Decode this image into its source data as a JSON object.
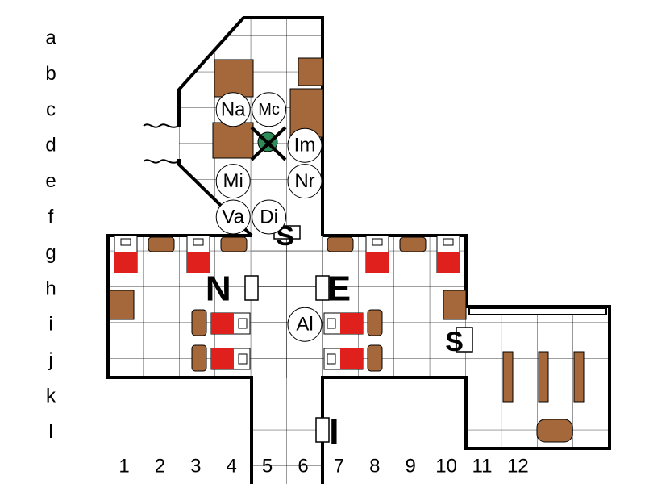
{
  "map": {
    "row_labels": [
      "a",
      "b",
      "c",
      "d",
      "e",
      "f",
      "g",
      "h",
      "i",
      "j",
      "k",
      "l"
    ],
    "col_labels": [
      "1",
      "2",
      "3",
      "4",
      "5",
      "6",
      "7",
      "8",
      "9",
      "10",
      "11",
      "12"
    ],
    "tokens": [
      {
        "label": "Na",
        "row": "c",
        "col": 4
      },
      {
        "label": "Mc",
        "row": "c",
        "col": 5
      },
      {
        "label": "Im",
        "row": "d",
        "col": 6
      },
      {
        "label": "Mi",
        "row": "e",
        "col": 4
      },
      {
        "label": "Nr",
        "row": "e",
        "col": 6
      },
      {
        "label": "Va",
        "row": "f",
        "col": 4
      },
      {
        "label": "Di",
        "row": "f",
        "col": 5
      },
      {
        "label": "Al",
        "row": "i",
        "col": 6
      }
    ],
    "room_letters": [
      {
        "label": "N",
        "row": "h",
        "col": 3
      },
      {
        "label": "E",
        "row": "h",
        "col": 7
      },
      {
        "label": "S",
        "row": "f",
        "col": 5
      },
      {
        "label": "S",
        "row": "i",
        "col": 10
      },
      {
        "label": "I",
        "row": "l",
        "col": 7
      }
    ],
    "colors": {
      "wall": "#000000",
      "bed_red": "#e0201c",
      "wood": "#a5683a",
      "plant_green": "#2e8b57"
    }
  }
}
